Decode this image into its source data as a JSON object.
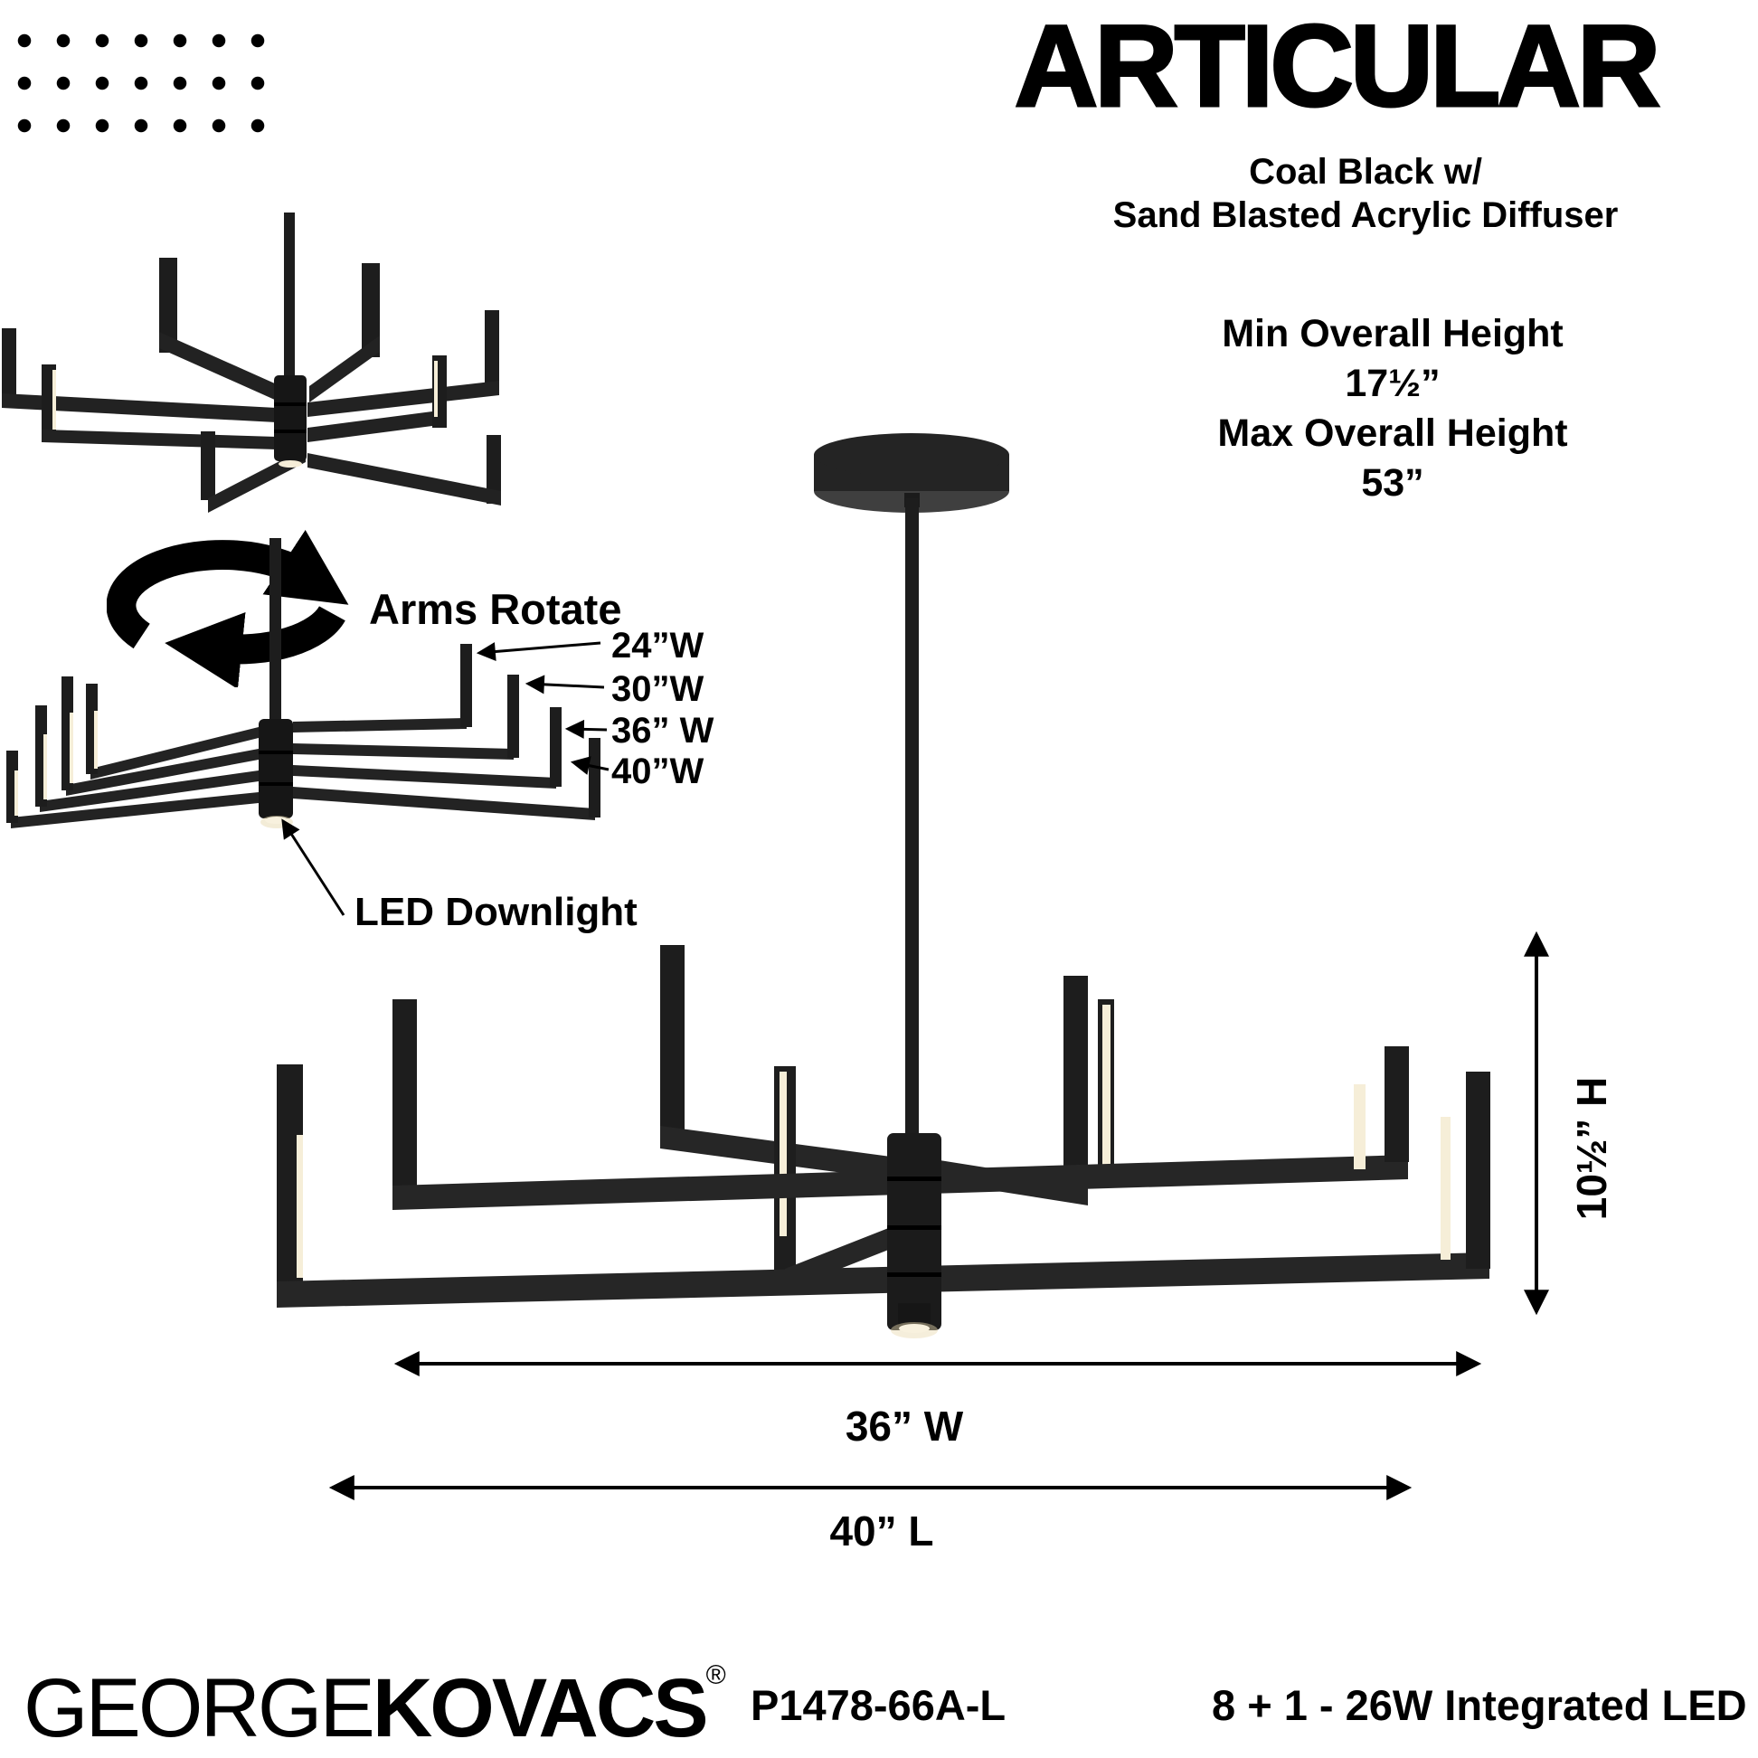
{
  "page": {
    "background": "#ffffff",
    "text_color": "#000000"
  },
  "brand": {
    "dots_rows": 3,
    "dots_cols": 7,
    "name_light": "GEORGE",
    "name_bold": "KOVACS",
    "registered_mark": "®"
  },
  "header": {
    "title": "ARTICULAR",
    "finish": [
      "Coal Black w/",
      "Sand Blasted Acrylic Diffuser"
    ],
    "min_height_label": "Min Overall Height",
    "min_height_value": "17½”",
    "max_height_label": "Max Overall Height",
    "max_height_value": "53”"
  },
  "callouts": {
    "arms_rotate": "Arms Rotate",
    "arm_widths": [
      "24”W",
      "30”W",
      "36” W",
      "40”W"
    ],
    "led_downlight": "LED Downlight"
  },
  "dimensions": {
    "height": "10½” H",
    "width": "36” W",
    "length": "40” L"
  },
  "footer": {
    "model_number": "P1478-66A-L",
    "lamping": "8 + 1 - 26W Integrated LED"
  },
  "colors": {
    "fixture_dark": "#1e1e1e",
    "fixture_mid": "#262626",
    "glow_warm": "#f6eed8"
  }
}
